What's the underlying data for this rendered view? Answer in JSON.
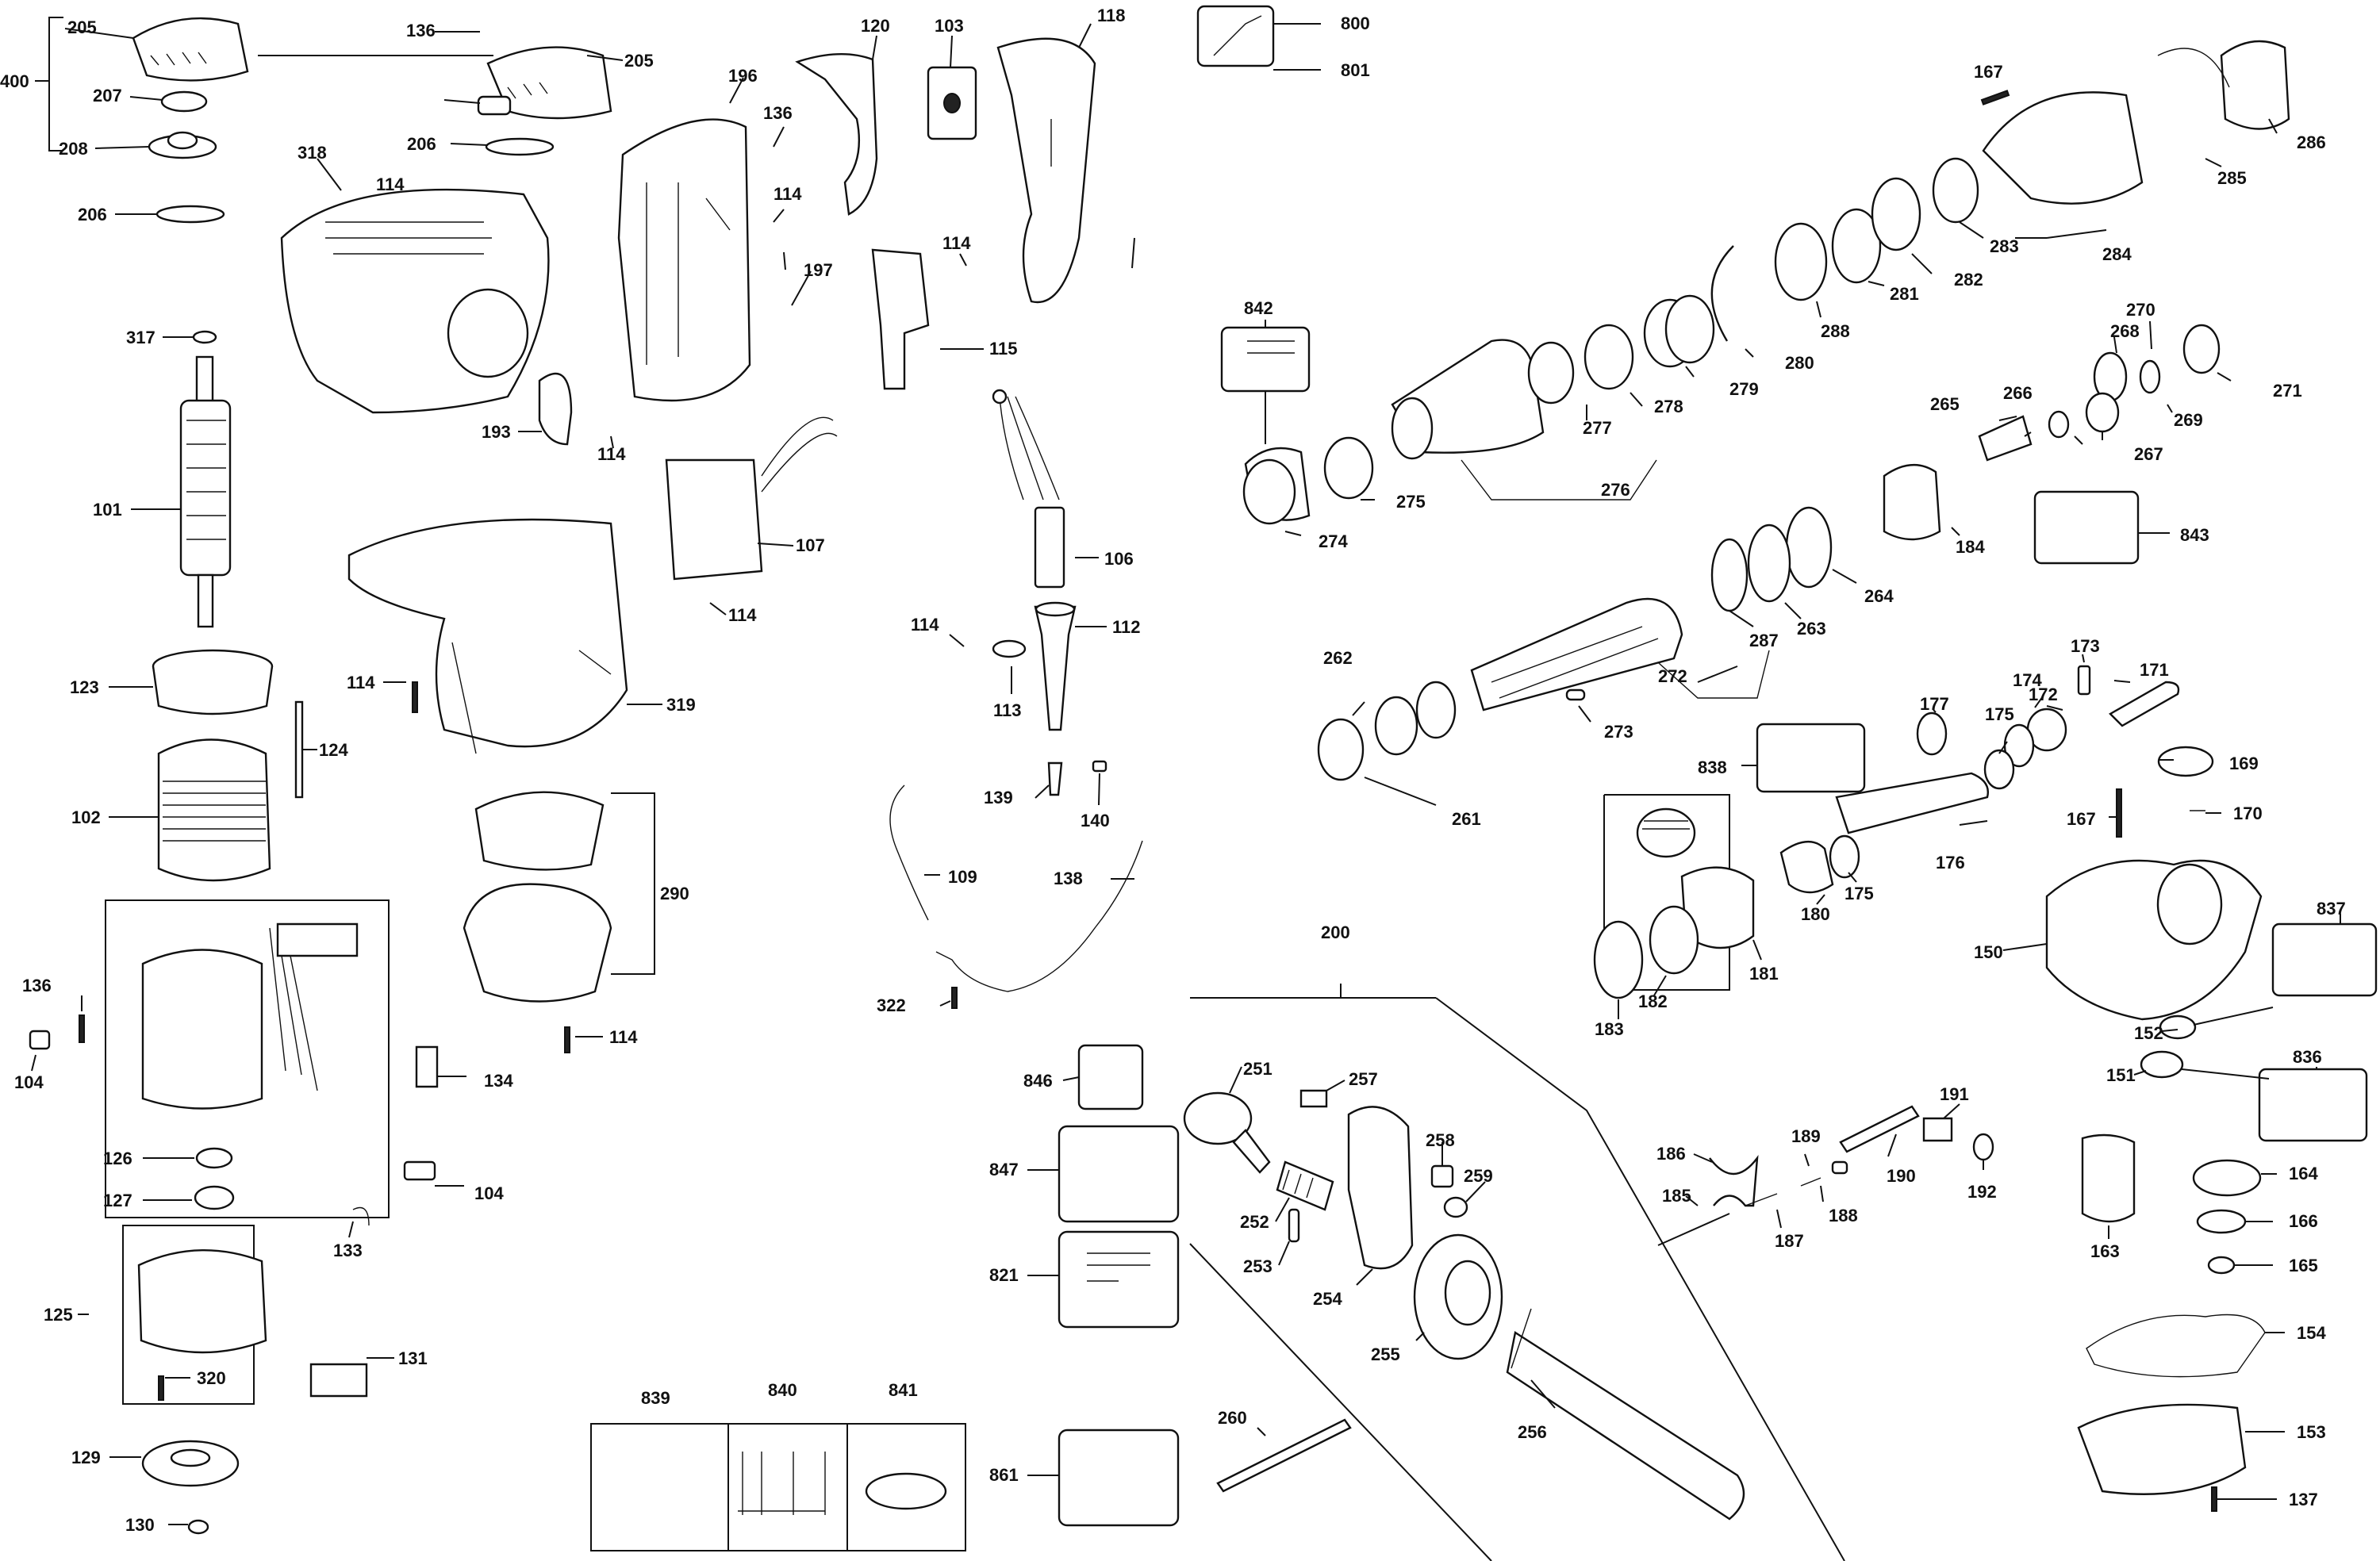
{
  "diagram": {
    "colors": {
      "ink": "#111111",
      "paper": "#ffffff",
      "shade": "#cfcfcf"
    },
    "labels": [
      "400",
      "205",
      "205",
      "136",
      "207",
      "206",
      "208",
      "206",
      "196",
      "136",
      "318",
      "114",
      "114",
      "317",
      "101",
      "197",
      "193",
      "114",
      "107",
      "114",
      "123",
      "114",
      "124",
      "319",
      "102",
      "290",
      "136",
      "114",
      "134",
      "104",
      "104",
      "126",
      "127",
      "133",
      "125",
      "131",
      "320",
      "129",
      "130",
      "120",
      "103",
      "118",
      "115",
      "114",
      "106",
      "112",
      "114",
      "113",
      "139",
      "140",
      "109",
      "138",
      "322",
      "846",
      "847",
      "821",
      "839",
      "840",
      "841",
      "861",
      "800",
      "801",
      "842",
      "274",
      "275",
      "276",
      "277",
      "278",
      "279",
      "280",
      "288",
      "281",
      "282",
      "283",
      "284",
      "285",
      "286",
      "167",
      "268",
      "270",
      "271",
      "269",
      "267",
      "266",
      "265",
      "843",
      "184",
      "264",
      "263",
      "287",
      "272",
      "262",
      "261",
      "273",
      "838",
      "177",
      "175",
      "174",
      "172",
      "173",
      "171",
      "169",
      "167",
      "170",
      "176",
      "175",
      "180",
      "181",
      "182",
      "183",
      "150",
      "837",
      "152",
      "151",
      "836",
      "200",
      "251",
      "257",
      "252",
      "253",
      "254",
      "258",
      "259",
      "255",
      "256",
      "260",
      "186",
      "185",
      "189",
      "187",
      "188",
      "190",
      "191",
      "192",
      "163",
      "164",
      "166",
      "165",
      "154",
      "153",
      "137"
    ]
  }
}
